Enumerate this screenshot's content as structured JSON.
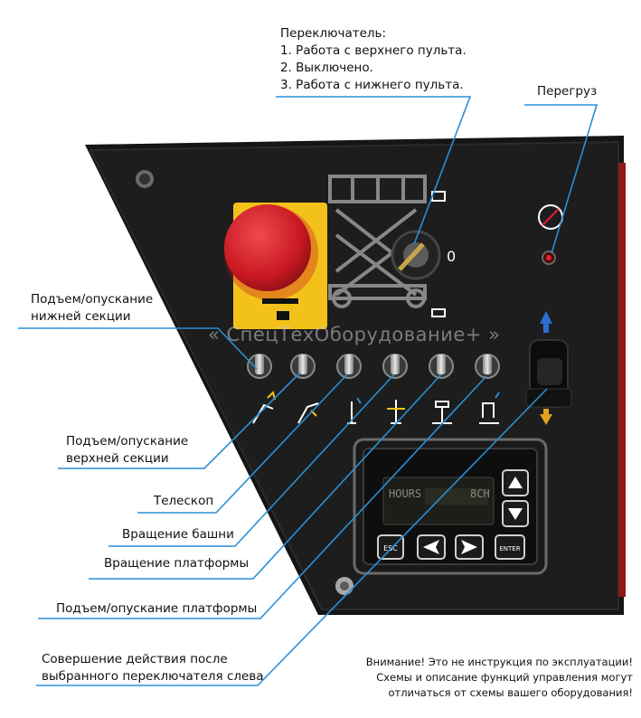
{
  "switch_caption": {
    "title": "Переключатель:",
    "lines": [
      "1. Работа с верхнего пульта.",
      "2. Выключено.",
      "3. Работа с нижнего пульта."
    ]
  },
  "overload_label": "Перегруз",
  "left_labels": [
    {
      "line1": "Подъем/опускание",
      "line2": "нижней секции"
    },
    {
      "line1": "Подъем/опускание",
      "line2": "верхней секции"
    },
    {
      "line1": "Телескоп",
      "line2": ""
    },
    {
      "line1": "Вращение башни",
      "line2": ""
    },
    {
      "line1": "Вращение платформы",
      "line2": ""
    },
    {
      "line1": "Подъем/опускание платформы",
      "line2": ""
    },
    {
      "line1": "Совершение действия после",
      "line2": "выбранного переключателя слева"
    }
  ],
  "note_lines": [
    "Внимание! Это не инструкция по эксплуатации!",
    "Схемы и описание функций управления могут",
    "отличаться от схемы вашего оборудования!"
  ],
  "watermark": "« СпецТехОборудование+ »",
  "keyswitch_mark": "0",
  "lcd": {
    "hours_text": "HOURS",
    "right_text": "8CH"
  },
  "keypad": {
    "esc": "ESC",
    "enter": "ENTER"
  },
  "colors": {
    "leader_line": "#2a8fd8",
    "panel": "#161616",
    "estop": "#d81e2a",
    "estop_plate": "#f2c21a"
  }
}
